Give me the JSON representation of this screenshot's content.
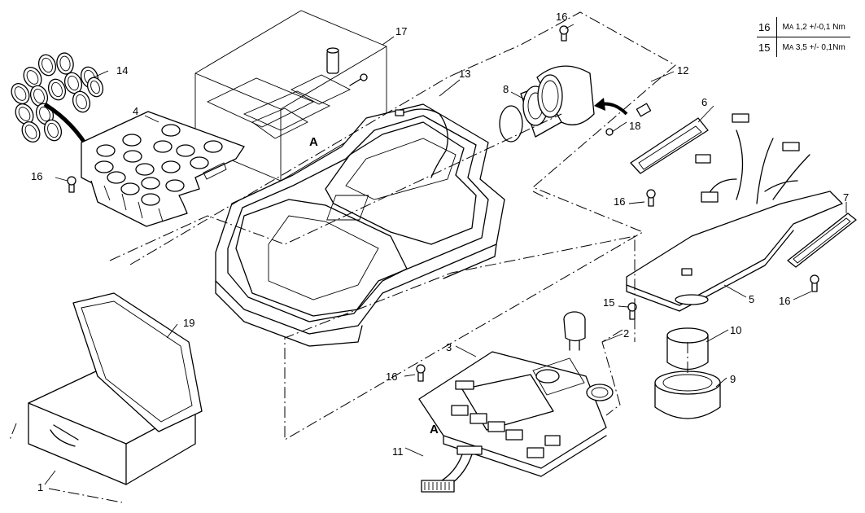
{
  "callouts": {
    "c1": "1",
    "c2": "2",
    "c3": "3",
    "c4": "4",
    "c5": "5",
    "c6": "6",
    "c7": "7",
    "c8": "8",
    "c9": "9",
    "c10": "10",
    "c11": "11",
    "c12": "12",
    "c13": "13",
    "c14": "14",
    "c15": "15",
    "c16": "16",
    "c17": "17",
    "c18": "18",
    "c19": "19"
  },
  "markers": {
    "a": "A"
  },
  "torque_table": [
    {
      "item": "16",
      "prefix": "M",
      "sub": "A",
      "value": " 1,2 +/-0,1 Nm"
    },
    {
      "item": "15",
      "prefix": "M",
      "sub": "A",
      "value": " 3,5 +/- 0,1Nm"
    }
  ]
}
